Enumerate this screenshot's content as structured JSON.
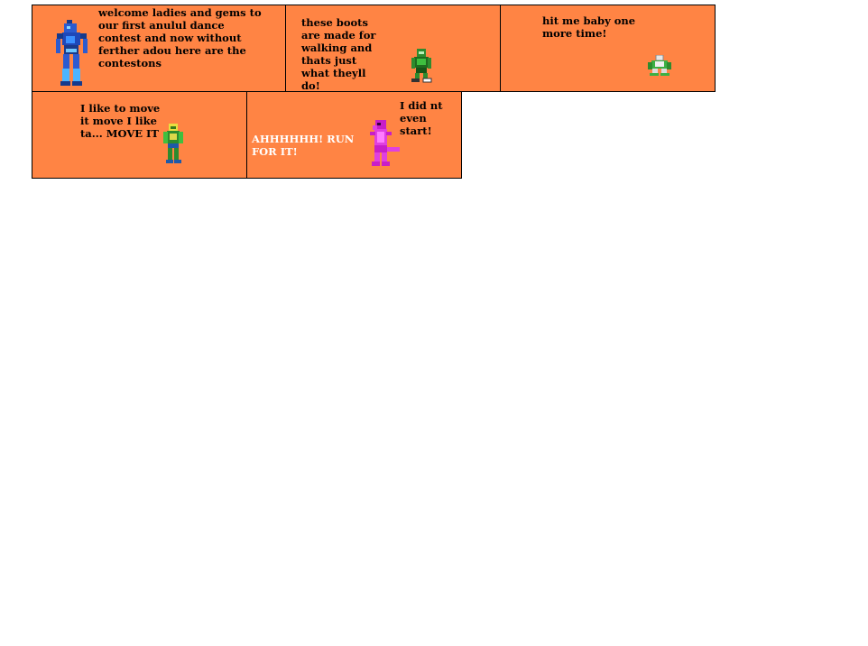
{
  "comic": {
    "panels": [
      {
        "id": "announcer",
        "caption_lines": [
          "welcome ladies and gems to",
          "our first anulul dance",
          "contest and now without",
          "ferther adou here are the",
          "contestons"
        ],
        "character": "blue-robot-announcer"
      },
      {
        "id": "boots",
        "caption_lines": [
          "these boots",
          "are made for",
          "walking and",
          "thats just",
          "what theyll",
          "do!"
        ],
        "character": "green-armored-robot"
      },
      {
        "id": "hit-me",
        "caption_lines": [
          "hit me baby one",
          "more time!"
        ],
        "character": "green-white-crouching-robot"
      },
      {
        "id": "move-it",
        "caption_lines": [
          "I like to move",
          "it move I like",
          "ta... MOVE IT"
        ],
        "character": "yellow-green-robot"
      },
      {
        "id": "run",
        "caption_lines": [
          "AHHHHHH! RUN",
          "FOR IT!"
        ],
        "reply_lines": [
          "I did nt",
          "even",
          "start!"
        ],
        "character": "pink-dinosaur"
      }
    ],
    "colors": {
      "panel_background": "#ff8444",
      "border": "#000000",
      "shout_text": "#ffffff",
      "speech_text": "#000000"
    }
  }
}
